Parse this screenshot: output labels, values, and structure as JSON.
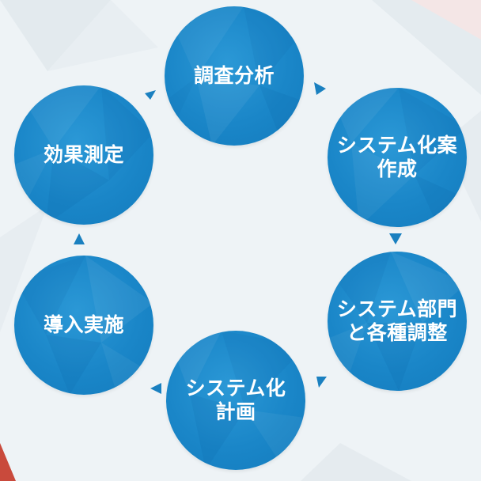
{
  "diagram": {
    "nodes": [
      {
        "id": "survey",
        "lines": [
          "調査分析"
        ]
      },
      {
        "id": "plan-draft",
        "lines": [
          "システム化案",
          "作成"
        ]
      },
      {
        "id": "coordination",
        "lines": [
          "システム部門",
          "と各種調整"
        ]
      },
      {
        "id": "system-plan",
        "lines": [
          "システム化",
          "計画"
        ]
      },
      {
        "id": "deploy",
        "lines": [
          "導入実施"
        ]
      },
      {
        "id": "measure",
        "lines": [
          "効果測定"
        ]
      }
    ]
  },
  "colors": {
    "circle": "#1a86c8",
    "arrow": "#1a80c0",
    "background": "#eef3f6",
    "text": "#ffffff"
  }
}
